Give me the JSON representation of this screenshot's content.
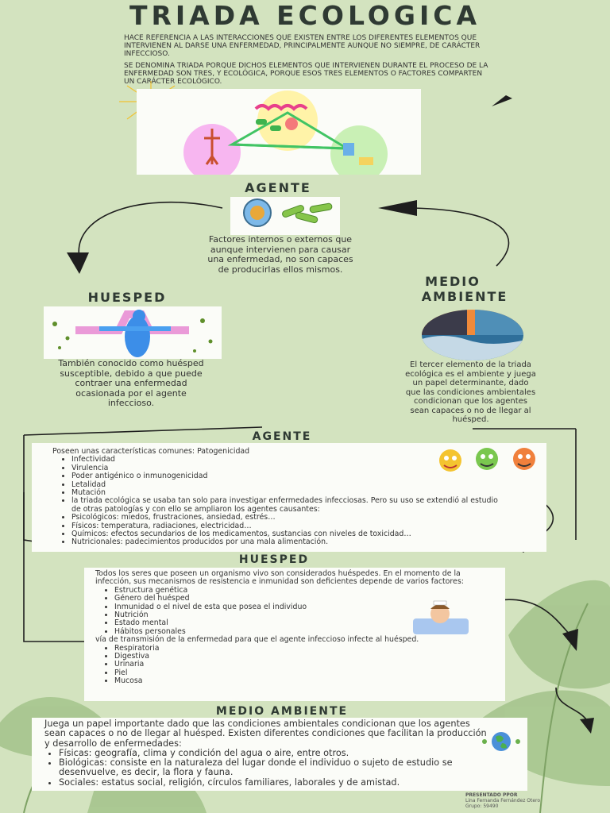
{
  "title": "TRIADA ECOLOGICA",
  "intro": {
    "p1": "HACE REFERENCIA A LAS INTERACCIONES QUE EXISTEN ENTRE LOS DIFERENTES ELEMENTOS QUE INTERVIENEN AL DARSE UNA ENFERMEDAD, PRINCIPALMENTE AUNQUE NO SIEMPRE, DE CARÁCTER INFECCIOSO.",
    "p2": "SE DENOMINA TRIADA PORQUE DICHOS ELEMENTOS QUE INTERVIENEN DURANTE EL PROCESO DE LA ENFERMEDAD SON TRES, Y ECOLÓGICA, PORQUE ESOS TRES ELEMENTOS O FACTORES COMPARTEN UN CARÁCTER ECOLÓGICO."
  },
  "cycle": {
    "agente": {
      "heading": "AGENTE",
      "text": "Factores internos o externos que aunque intervienen para causar una enfermedad, no son capaces de producirlas ellos mismos."
    },
    "huesped": {
      "heading": "HUESPED",
      "text": "También conocido como huésped susceptible, debido a que puede contraer una enfermedad ocasionada por el agente infeccioso."
    },
    "medio": {
      "heading1": "MEDIO",
      "heading2": "AMBIENTE",
      "text": "El tercer elemento de la triada ecológica es el ambiente y juega un papel determinante, dado que las condiciones ambientales condicionan que los agentes sean capaces o no de llegar al huésped."
    }
  },
  "agente_box": {
    "heading": "AGENTE",
    "lead": "Poseen unas características comunes: Patogenicidad",
    "bullets": [
      "Infectividad",
      "Virulencia",
      "Poder antigénico o inmunogenicidad",
      "Letalidad",
      "Mutación",
      "la triada ecológica se usaba tan solo para investigar enfermedades infecciosas. Pero su uso se extendió al estudio de otras patologías y con ello se ampliaron los agentes causantes:",
      "Psicológicos: miedos, frustraciones, ansiedad, estrés…",
      "Físicos: temperatura, radiaciones, electricidad…",
      "Químicos: efectos secundarios de los medicamentos, sustancias con niveles de toxicidad…",
      "Nutricionales: padecimientos producidos por una mala alimentación."
    ]
  },
  "huesped_box": {
    "heading": "HUESPED",
    "lead": "Todos los seres que poseen un organismo vivo son considerados huéspedes. En el momento de la infección, sus mecanismos de resistencia e inmunidad son deficientes depende de varios factores:",
    "factors": [
      "Estructura genética",
      "Género del huésped",
      "Inmunidad o el nivel de esta que posea el individuo",
      "Nutrición",
      "Estado mental",
      "Hábitos personales"
    ],
    "via": "vía de transmisión de la enfermedad para que el agente infeccioso infecte al huésped.",
    "routes": [
      "Respiratoria",
      "Digestiva",
      "Urinaria",
      "Piel",
      "Mucosa"
    ]
  },
  "medio_box": {
    "heading": "MEDIO AMBIENTE",
    "lead": "Juega un papel importante dado que las condiciones ambientales condicionan que los agentes sean capaces o no de llegar al huésped. Existen diferentes condiciones que facilitan la producción y desarrollo de enfermedades:",
    "bullets": [
      "Físicas: geografía, clima y condición del agua o aire, entre otros.",
      "Biológicas: consiste en la naturaleza del lugar donde el individuo o sujeto de estudio se desenvuelve, es decir, la flora y fauna.",
      "Sociales: estatus social, religión, círculos familiares, laborales y de amistad."
    ]
  },
  "credits": {
    "line1": "PRESENTADO PPOR",
    "line2": "Lina Fernanda Fernández Otero",
    "line3": "Grupo: 59490"
  },
  "colors": {
    "background": "#d3e3bf",
    "panel": "#fbfcf8",
    "leaf": "#93b57a"
  }
}
